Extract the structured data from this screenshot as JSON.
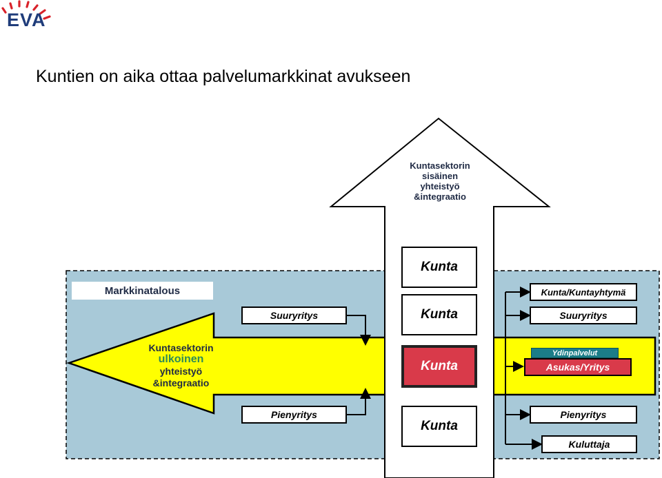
{
  "logo": {
    "text": "EVA"
  },
  "title": "Kuntien on aika ottaa palvelumarkkinat avukseen",
  "up_arrow": {
    "lines": [
      "Kuntasektorin",
      "sisäinen",
      "yhteistyö",
      "&integraatio"
    ]
  },
  "market_label": "Markkinatalous",
  "left_arrow": {
    "lines": [
      "Kuntasektorin",
      "ulkoinen",
      "yhteistyö",
      "&integraatio"
    ]
  },
  "left_boxes": {
    "large_company": "Suuryritys",
    "small_company": "Pienyritys"
  },
  "center_boxes": [
    "Kunta",
    "Kunta",
    "Kunta",
    "Kunta"
  ],
  "right_boxes": {
    "municipality_group": "Kunta/Kuntayhtymä",
    "large_company": "Suuryritys",
    "core_services": "Ydinpalvelut",
    "resident_company": "Asukas/Yritys",
    "small_company": "Pienyritys",
    "consumer": "Kuluttaja"
  },
  "colors": {
    "market_bg": "#a8c9d8",
    "arrow_yellow": "#ffff00",
    "kunta_red": "#d93a4a",
    "core_teal": "#1b7d88",
    "title_blue": "#1f2a44",
    "logo_blue": "#1f3c7a",
    "logo_red": "#d9222a"
  }
}
